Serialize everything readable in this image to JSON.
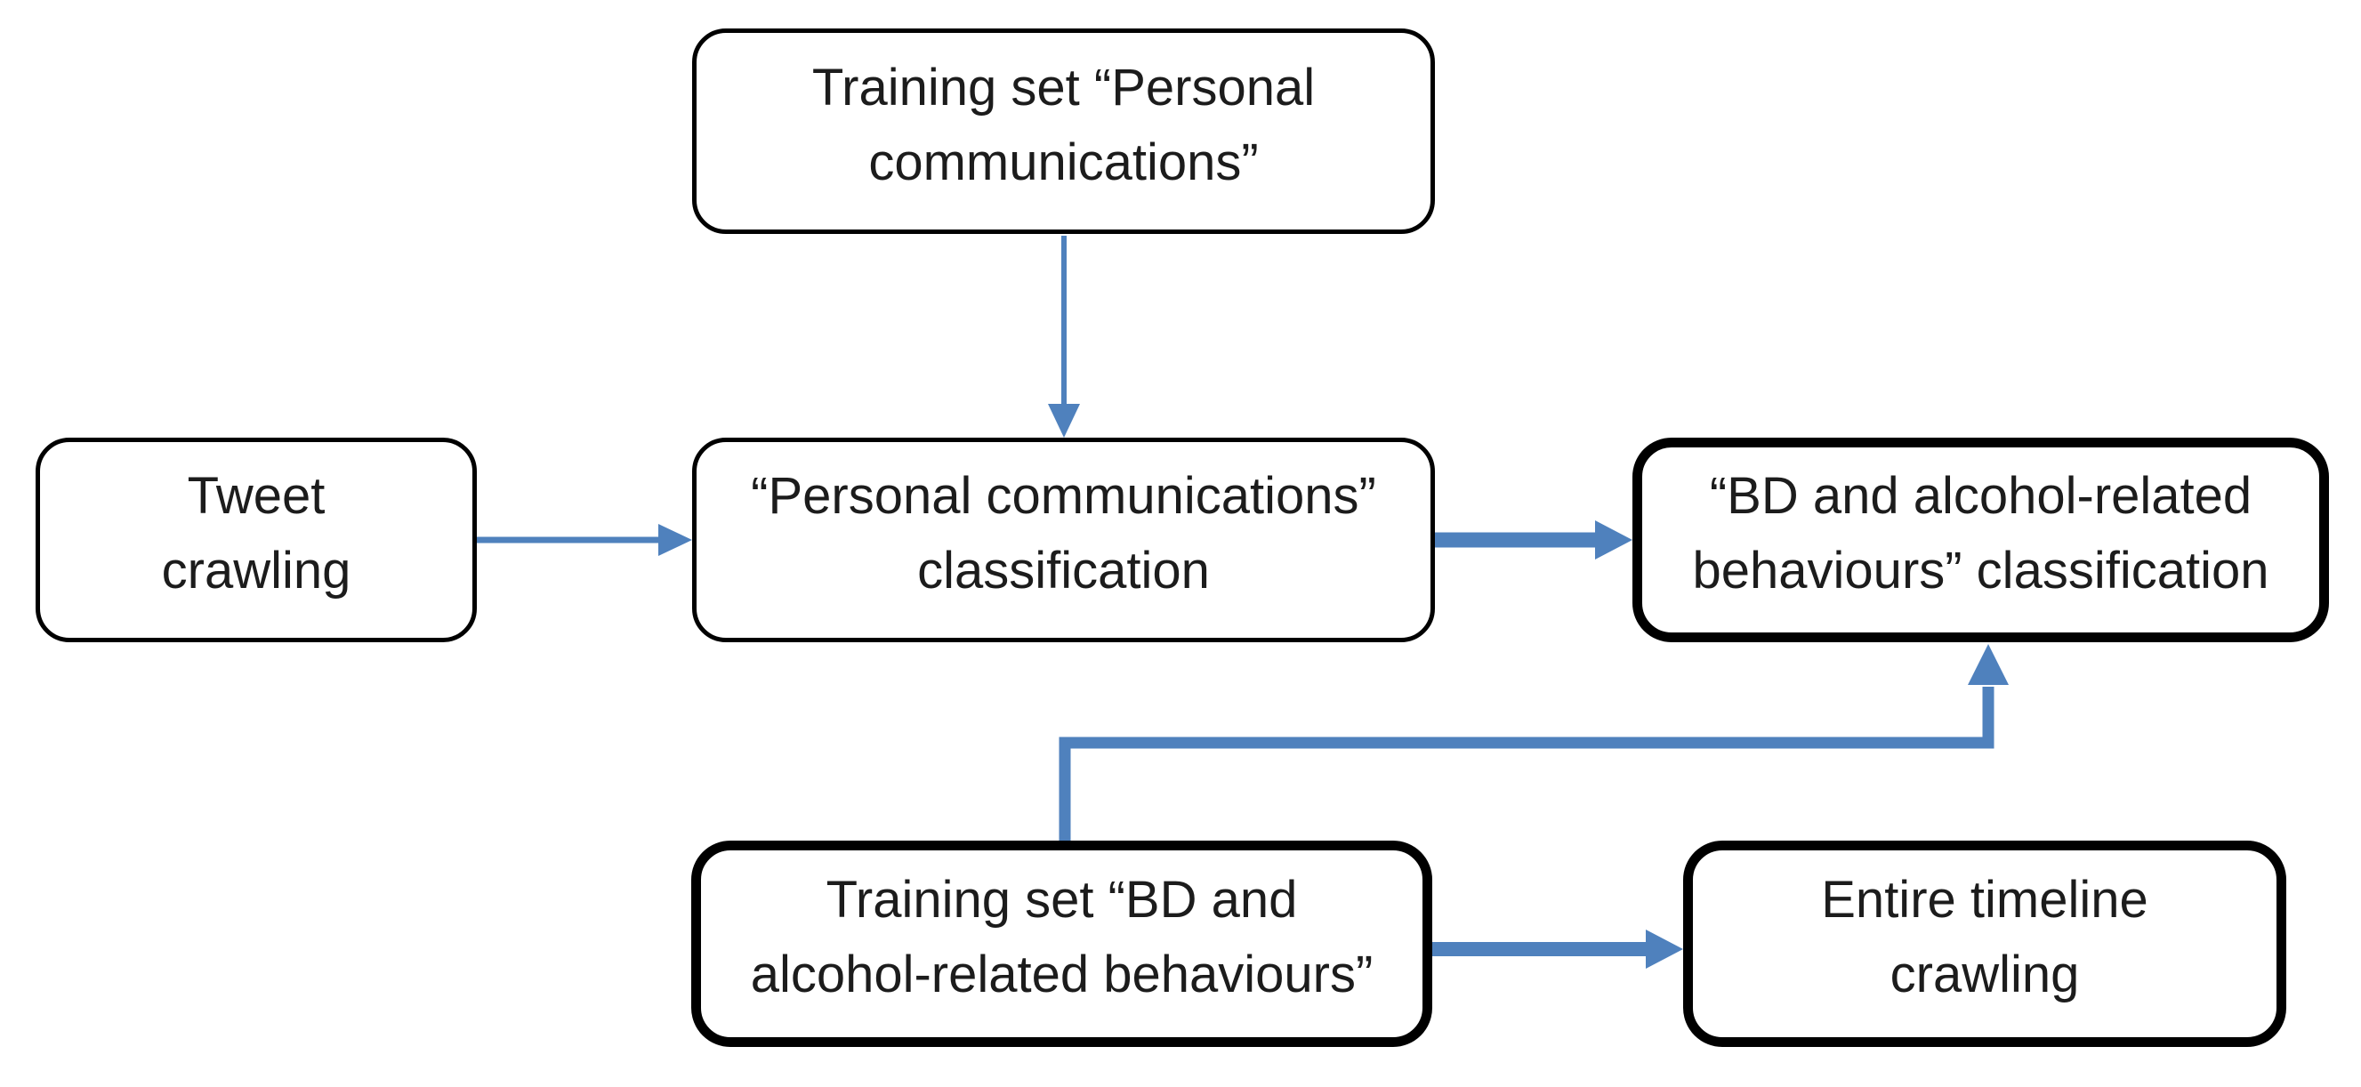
{
  "diagram": {
    "type": "flowchart",
    "background_color": "#ffffff",
    "arrow_color": "#4f81bd",
    "box_border_color": "#000000",
    "box_fill_color": "#ffffff",
    "text_color": "#1c1c1c"
  },
  "nodes": {
    "training_set_personal": {
      "label": "Training set “Personal communications”",
      "lines": [
        "Training set “Personal",
        "communications”"
      ],
      "border": "thin"
    },
    "tweet_crawling": {
      "label": "Tweet crawling",
      "lines": [
        "Tweet",
        "crawling"
      ],
      "border": "thin"
    },
    "personal_classification": {
      "label": "“Personal communications” classification",
      "lines": [
        "“Personal communications”",
        "classification"
      ],
      "border": "thin"
    },
    "bd_classification": {
      "label": "“BD and alcohol-related behaviours” classification",
      "lines": [
        "“BD and alcohol-related",
        "behaviours” classification"
      ],
      "border": "thick"
    },
    "training_set_bd": {
      "label": "Training set “BD and alcohol-related behaviours”",
      "lines": [
        "Training set “BD and",
        "alcohol-related behaviours”"
      ],
      "border": "thick"
    },
    "entire_timeline_crawling": {
      "label": "Entire timeline crawling",
      "lines": [
        "Entire timeline",
        "crawling"
      ],
      "border": "thick"
    }
  },
  "edges": [
    {
      "from": "training_set_personal",
      "to": "personal_classification",
      "style": "thin",
      "direction": "down"
    },
    {
      "from": "tweet_crawling",
      "to": "personal_classification",
      "style": "thin",
      "direction": "right"
    },
    {
      "from": "personal_classification",
      "to": "bd_classification",
      "style": "thick",
      "direction": "right"
    },
    {
      "from": "training_set_bd",
      "to": "bd_classification",
      "style": "thick",
      "direction": "up-right-up-elbow"
    },
    {
      "from": "training_set_bd",
      "to": "entire_timeline_crawling",
      "style": "thick",
      "direction": "right"
    }
  ]
}
